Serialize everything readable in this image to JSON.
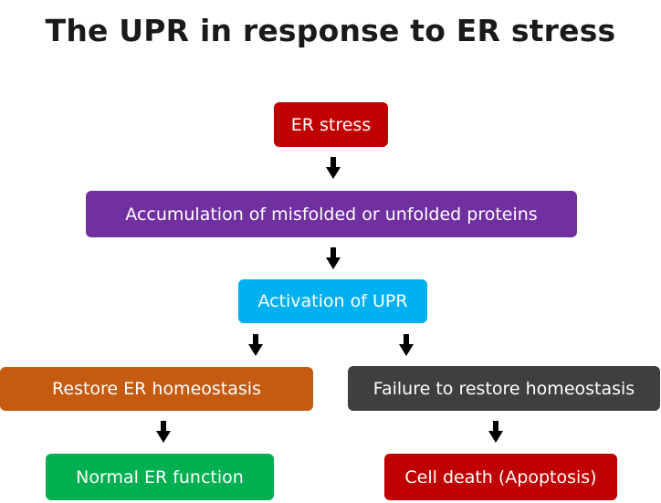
{
  "title": "The UPR in response to ER stress",
  "nodes": {
    "er_stress": "ER stress",
    "accumulation": "Accumulation of misfolded or unfolded proteins",
    "activation": "Activation of UPR",
    "restore": "Restore ER homeostasis",
    "failure": "Failure to restore homeostasis",
    "normal": "Normal ER function",
    "death": "Cell death (Apoptosis)"
  },
  "colors": {
    "er_stress": "#c00000",
    "accumulation": "#7030a0",
    "activation": "#00b0f0",
    "restore": "#c55a11",
    "failure": "#3f3f3f",
    "normal": "#00b050",
    "death": "#c00000",
    "arrow": "#000000"
  },
  "edges": [
    [
      "er_stress",
      "accumulation"
    ],
    [
      "accumulation",
      "activation"
    ],
    [
      "activation",
      "restore"
    ],
    [
      "activation",
      "failure"
    ],
    [
      "restore",
      "normal"
    ],
    [
      "failure",
      "death"
    ]
  ]
}
